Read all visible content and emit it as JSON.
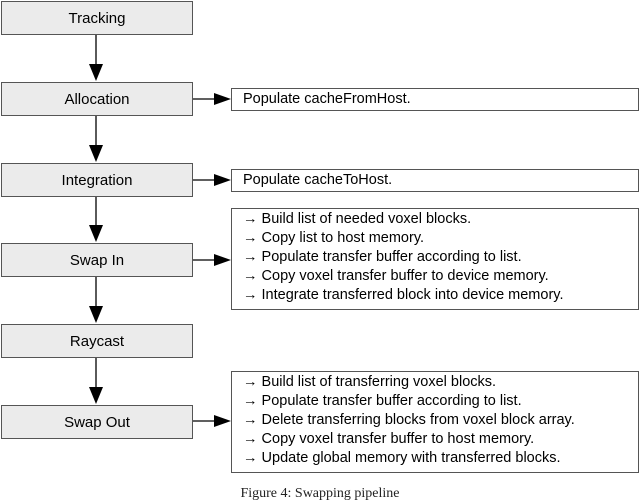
{
  "steps": [
    {
      "label": "Tracking"
    },
    {
      "label": "Allocation"
    },
    {
      "label": "Integration"
    },
    {
      "label": "Swap In"
    },
    {
      "label": "Raycast"
    },
    {
      "label": "Swap Out"
    }
  ],
  "notes": {
    "allocation": [
      "Populate cacheFromHost."
    ],
    "integration": [
      "Populate cacheToHost."
    ],
    "swap_in": [
      "→ Build list of needed voxel blocks.",
      "→ Copy list to host memory.",
      "→ Populate transfer buffer according to list.",
      "→ Copy voxel transfer buffer to device memory.",
      "→ Integrate transferred block into device memory."
    ],
    "swap_out": [
      "→ Build list of transferring voxel blocks.",
      "→ Populate transfer buffer according to list.",
      "→ Delete transferring blocks from voxel block array.",
      "→ Copy voxel transfer buffer to host memory.",
      "→ Update global memory with transferred blocks."
    ]
  },
  "caption": "Figure 4: Swapping pipeline"
}
